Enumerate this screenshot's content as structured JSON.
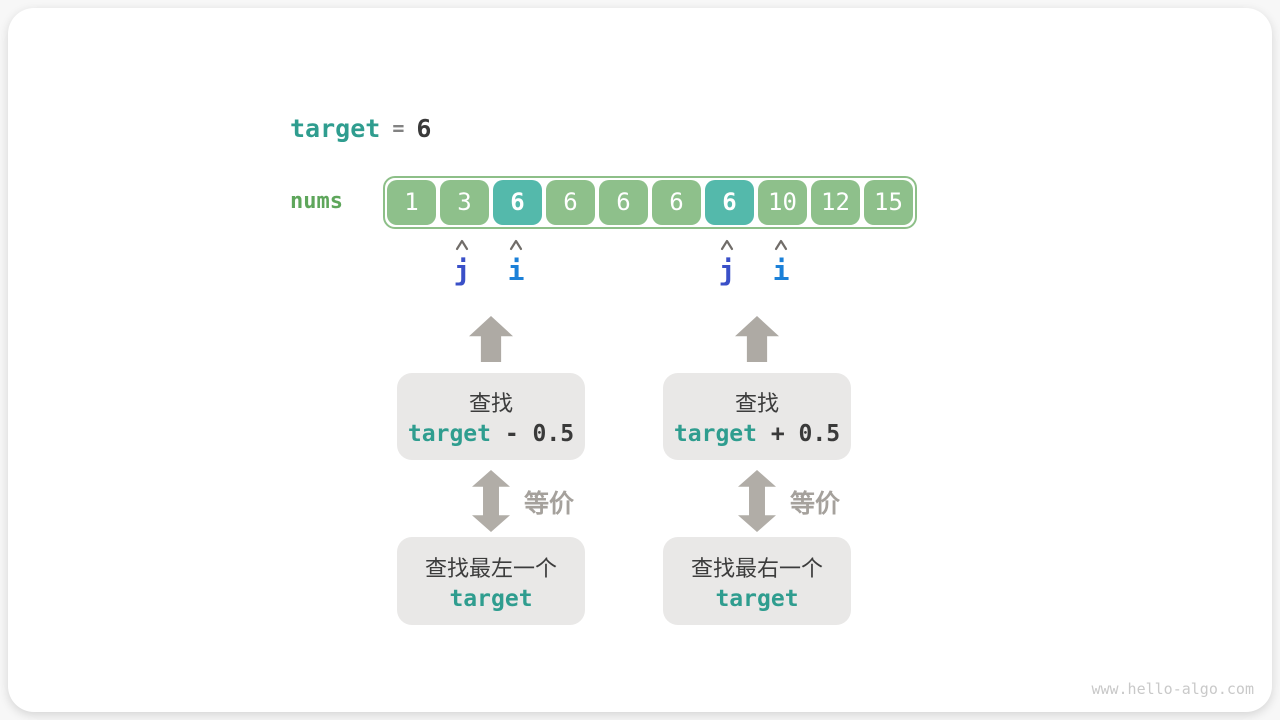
{
  "header": {
    "target_label": "target",
    "equals": "=",
    "target_value": "6"
  },
  "array": {
    "label": "nums",
    "cells": [
      {
        "value": "1",
        "highlight": false
      },
      {
        "value": "3",
        "highlight": false
      },
      {
        "value": "6",
        "highlight": true
      },
      {
        "value": "6",
        "highlight": false
      },
      {
        "value": "6",
        "highlight": false
      },
      {
        "value": "6",
        "highlight": false
      },
      {
        "value": "6",
        "highlight": true
      },
      {
        "value": "10",
        "highlight": false
      },
      {
        "value": "12",
        "highlight": false
      },
      {
        "value": "15",
        "highlight": false
      }
    ]
  },
  "pointers": [
    {
      "label": "j",
      "cell_index": 1
    },
    {
      "label": "i",
      "cell_index": 2
    },
    {
      "label": "j",
      "cell_index": 6
    },
    {
      "label": "i",
      "cell_index": 7
    }
  ],
  "flows": [
    {
      "search_line1": "查找",
      "search_code_keyword": "target",
      "search_code_op": " - 0.5",
      "equiv_label": "等价",
      "result_line1": "查找最左一个",
      "result_code": "target"
    },
    {
      "search_line1": "查找",
      "search_code_keyword": "target",
      "search_code_op": " + 0.5",
      "equiv_label": "等价",
      "result_line1": "查找最右一个",
      "result_code": "target"
    }
  ],
  "watermark": "www.hello-algo.com",
  "colors": {
    "accent_teal": "#2f9d8f",
    "cell_green": "#8ec08b",
    "cell_highlight_teal": "#54b9ab",
    "array_border_green": "#8dbf88",
    "nums_label_green": "#5ea65b",
    "pointer_j_blue": "#3a50c8",
    "pointer_i_blue": "#1b80d8",
    "arrow_gray": "#aeaaa4",
    "box_gray": "#e9e8e7",
    "text_dark": "#3a3a3a",
    "equiv_gray": "#a5a19c"
  }
}
